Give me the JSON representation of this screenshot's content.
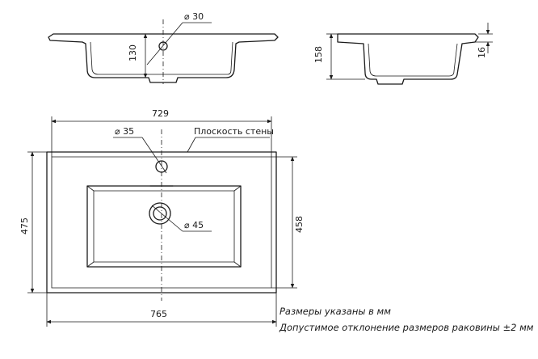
{
  "dimensions": {
    "hole_top_dia": "⌀ 30",
    "depth_section": "130",
    "side_height": "158",
    "rim_thickness": "16",
    "inner_width_top": "729",
    "tap_hole_dia": "⌀ 35",
    "drain_dia": "⌀ 45",
    "overall_depth": "475",
    "inner_depth": "458",
    "overall_width": "765"
  },
  "labels": {
    "wall_plane": "Плоскость стены"
  },
  "notes": {
    "units": "Размеры указаны в мм",
    "tolerance": "Допустимое отклонение размеров раковины ±2 мм"
  }
}
